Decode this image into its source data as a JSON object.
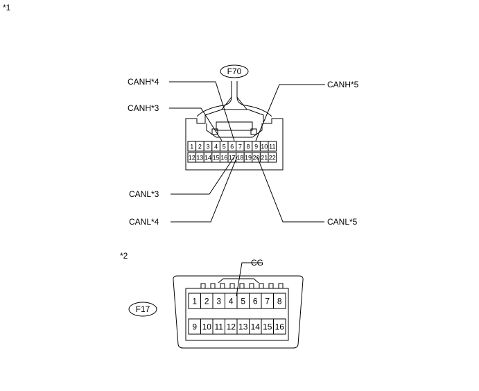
{
  "markers": {
    "first": "*1",
    "second": "*2"
  },
  "connector_f70": {
    "id": "F70",
    "row1": [
      "1",
      "2",
      "3",
      "4",
      "5",
      "6",
      "7",
      "8",
      "9",
      "10",
      "11"
    ],
    "row2": [
      "12",
      "13",
      "14",
      "15",
      "16",
      "17",
      "18",
      "19",
      "20",
      "21",
      "22"
    ],
    "callouts": {
      "canh4": "CANH*4",
      "canh3": "CANH*3",
      "canh5": "CANH*5",
      "canl3": "CANL*3",
      "canl4": "CANL*4",
      "canl5": "CANL*5"
    }
  },
  "connector_f17": {
    "id": "F17",
    "row1": [
      "1",
      "2",
      "3",
      "4",
      "5",
      "6",
      "7",
      "8"
    ],
    "row2": [
      "9",
      "10",
      "11",
      "12",
      "13",
      "14",
      "15",
      "16"
    ],
    "callouts": {
      "cg": "CG"
    }
  }
}
